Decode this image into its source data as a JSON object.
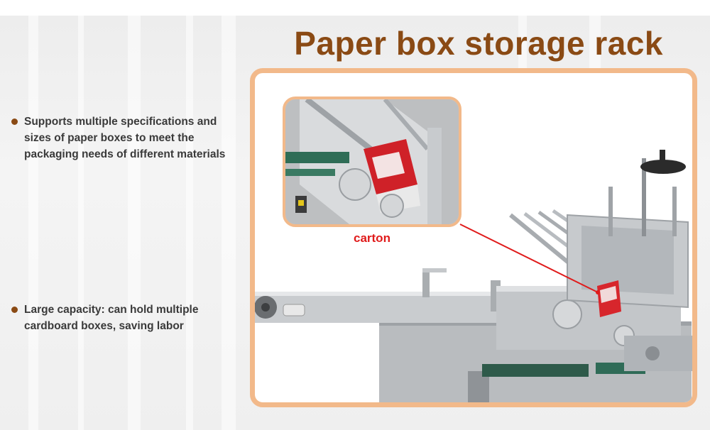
{
  "title": "Paper box storage rack",
  "features": [
    {
      "text": "Supports multiple specifications and sizes of paper boxes to meet the packaging needs of different materials"
    },
    {
      "text": "Large capacity: can hold multiple cardboard boxes, saving labor"
    }
  ],
  "callout": {
    "label": "carton"
  },
  "colors": {
    "title": "#8a4a14",
    "frame": "#f2b98a",
    "callout": "#e01b1b",
    "bullet": "#8a4a14"
  }
}
